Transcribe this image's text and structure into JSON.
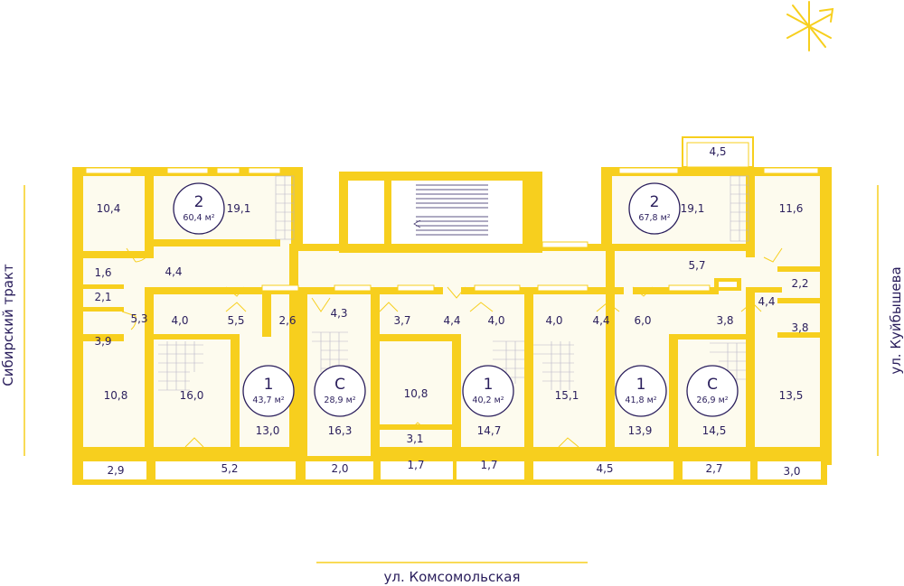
{
  "streets": {
    "left": "Сибирский тракт",
    "right": "ул. Куйбышева",
    "bottom": "ул. Комсомольская"
  },
  "apartments": [
    {
      "rooms": "2",
      "area": "60,4 м²"
    },
    {
      "rooms": "2",
      "area": "67,8 м²"
    },
    {
      "rooms": "1",
      "area": "43,7 м²"
    },
    {
      "rooms": "С",
      "area": "28,9 м²"
    },
    {
      "rooms": "1",
      "area": "40,2 м²"
    },
    {
      "rooms": "1",
      "area": "41,8 м²"
    },
    {
      "rooms": "С",
      "area": "26,9 м²"
    }
  ],
  "room_areas": [
    "10,4",
    "19,1",
    "19,1",
    "11,6",
    "4,5",
    "4,4",
    "5,7",
    "1,6",
    "2,1",
    "5,3",
    "3,9",
    "10,8",
    "2,9",
    "4,0",
    "5,5",
    "16,0",
    "13,0",
    "5,2",
    "2,6",
    "4,3",
    "16,3",
    "2,0",
    "3,7",
    "4,4",
    "10,8",
    "3,1",
    "1,7",
    "4,0",
    "14,7",
    "1,7",
    "4,0",
    "4,4",
    "15,1",
    "13,9",
    "4,5",
    "6,0",
    "3,8",
    "14,5",
    "2,7",
    "4,4",
    "2,2",
    "3,8",
    "13,5",
    "3,0"
  ],
  "colors": {
    "wall": "#f7cf1e",
    "text": "#2a1e5c",
    "room_fill": "#fdfbee"
  },
  "icons": {
    "compass": "sun-compass-icon"
  }
}
